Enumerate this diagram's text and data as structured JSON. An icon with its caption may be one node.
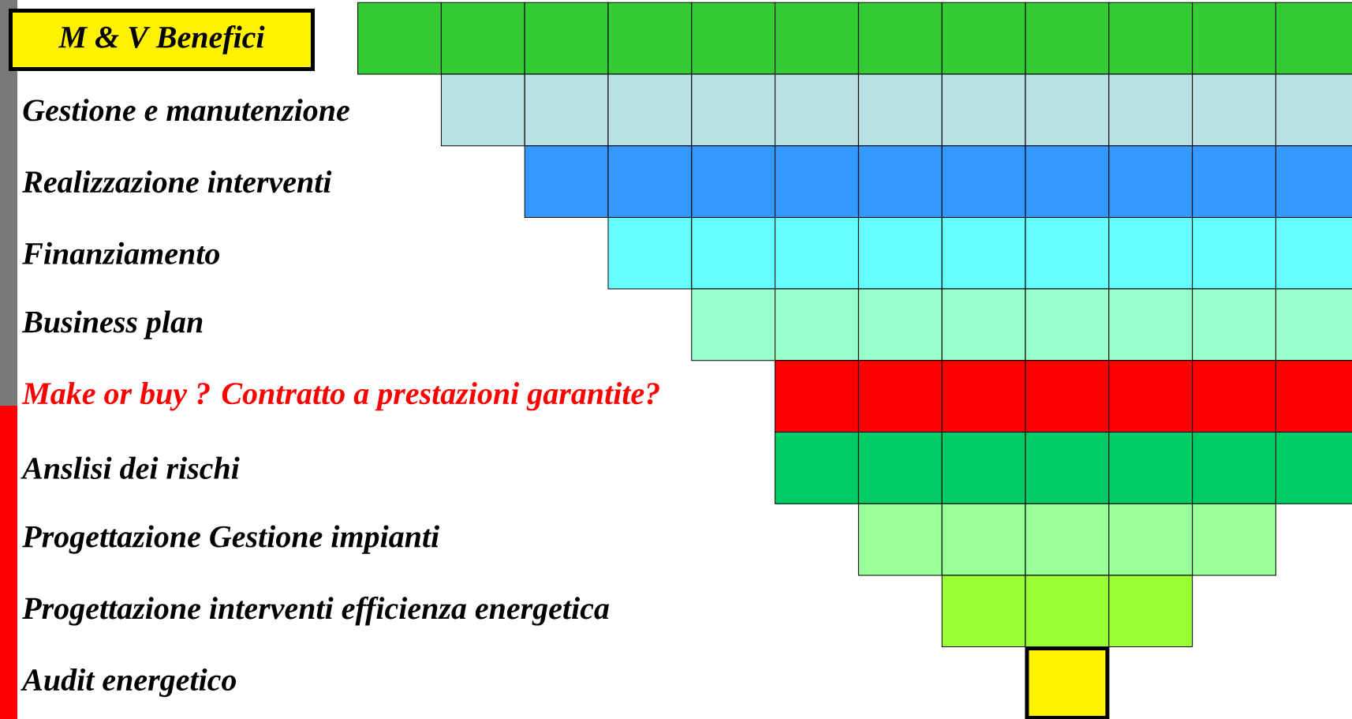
{
  "diagram": {
    "nodes": [
      {
        "text": [
          "M & V Benefici"
        ]
      },
      {
        "text": [],
        "shape": "box"
      }
    ],
    "labels": [
      "Gestione e manutenzione",
      "Realizzazione interventi",
      "Finanziamento",
      "Business plan",
      "Make or buy ? Contratto a prestazioni garantite?",
      "Anslisi dei rischi",
      "Progettazione Gestione impianti",
      "Progettazione interventi efficienza energetica",
      "Audit energetico"
    ]
  }
}
